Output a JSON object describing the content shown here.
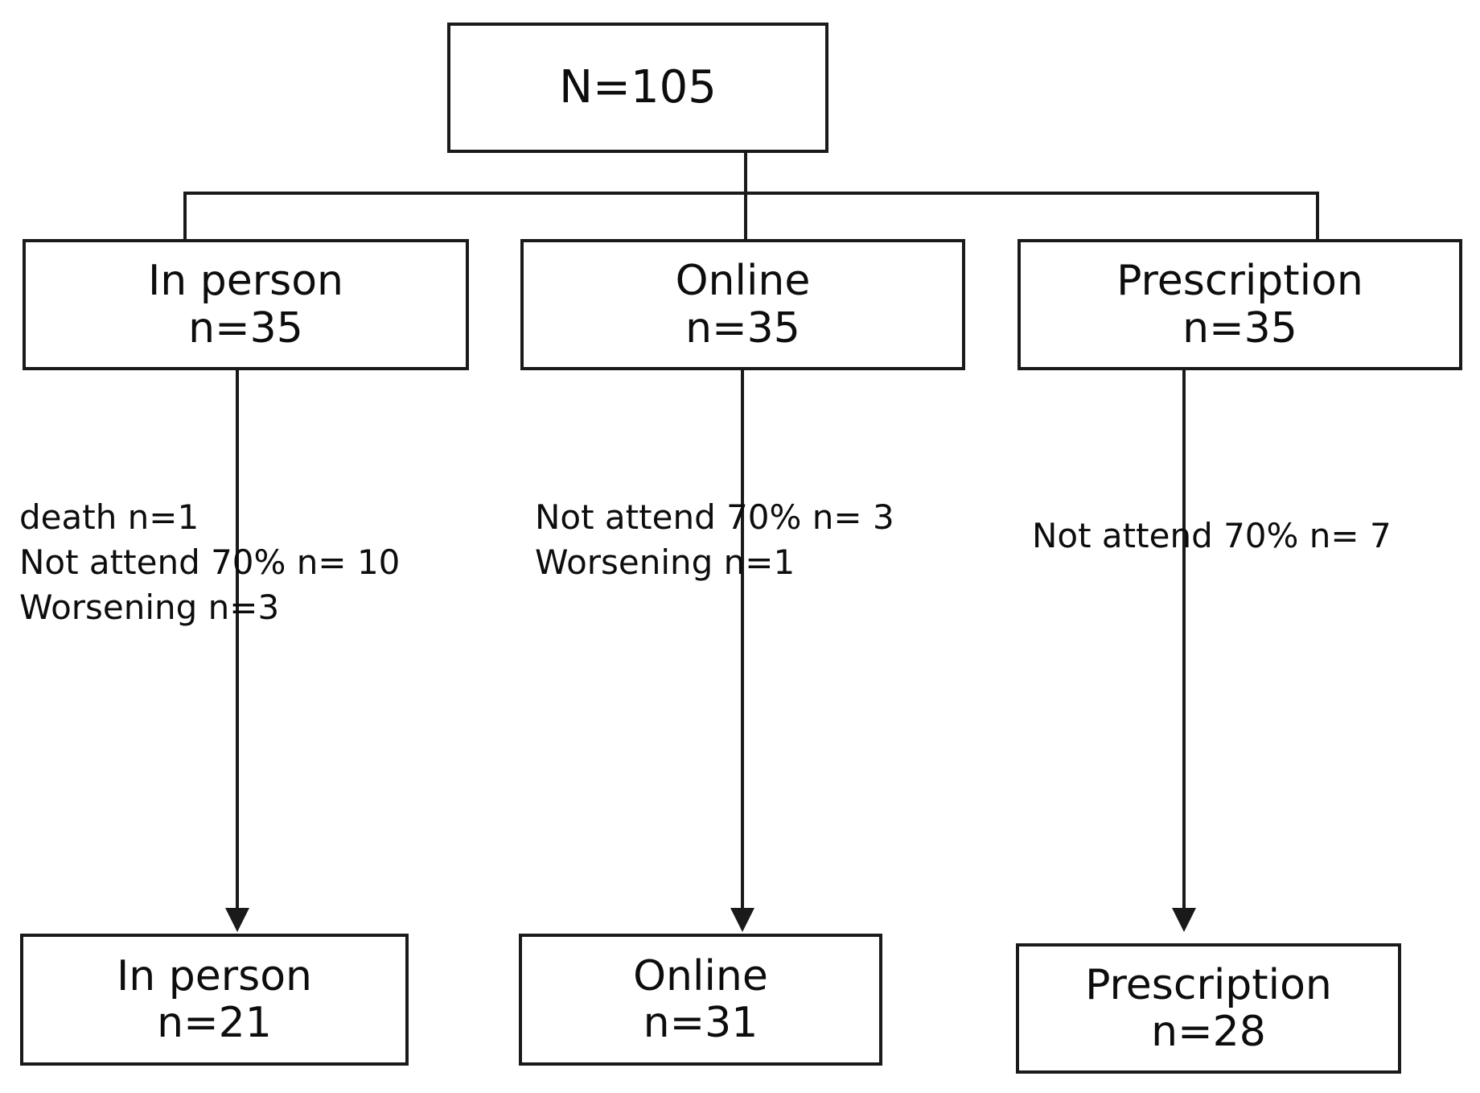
{
  "diagram": {
    "title": "CONSORT-style participant flow diagram",
    "colors": {
      "stroke": "#1a1a1a",
      "text": "#0d0d0d",
      "background": "#ffffff"
    },
    "root": {
      "label": "N=105"
    },
    "allocation": [
      {
        "name": "In person",
        "count": "n=35"
      },
      {
        "name": "Online",
        "count": "n=35"
      },
      {
        "name": "Prescription",
        "count": "n=35"
      }
    ],
    "attrition": [
      {
        "arm": "In person",
        "lines": [
          "death n=1",
          "Not attend 70% n= 10",
          "Worsening n=3"
        ]
      },
      {
        "arm": "Online",
        "lines": [
          "Not attend 70% n= 3",
          "Worsening n=1"
        ]
      },
      {
        "arm": "Prescription",
        "lines": [
          "Not attend 70% n= 7"
        ]
      }
    ],
    "analysis": [
      {
        "name": "In person",
        "count": "n=21"
      },
      {
        "name": "Online",
        "count": "n=31"
      },
      {
        "name": "Prescription",
        "count": "n=28"
      }
    ]
  }
}
